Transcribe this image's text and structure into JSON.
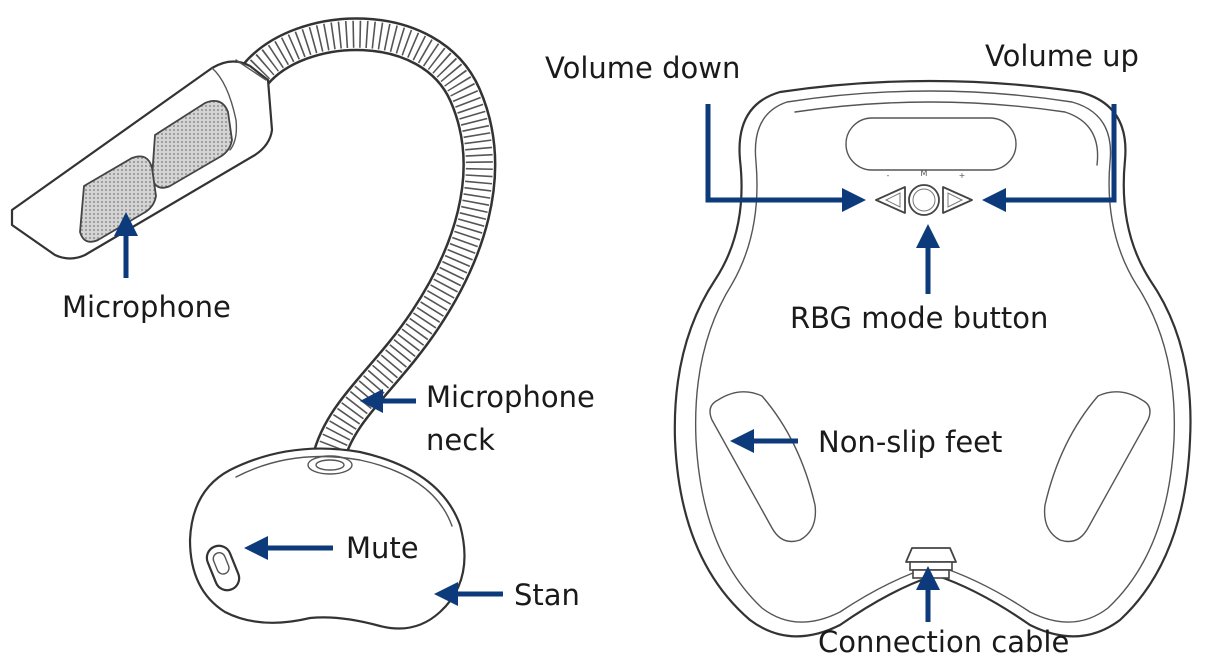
{
  "labels": {
    "microphone": "Microphone",
    "microphone_neck_line1": "Microphone",
    "microphone_neck_line2": "neck",
    "mute": "Mute",
    "stand": "Stan",
    "volume_down": "Volume down",
    "volume_up": "Volume up",
    "rgb_mode_button": "RBG mode button",
    "non_slip_feet": "Non-slip feet",
    "connection_cable": "Connection cable"
  },
  "button_marks": {
    "minus": "-",
    "mode": "M",
    "plus": "+"
  },
  "colors": {
    "arrow": "#0d3a7a",
    "outline": "#333333",
    "mesh": "#bdbdbd"
  }
}
